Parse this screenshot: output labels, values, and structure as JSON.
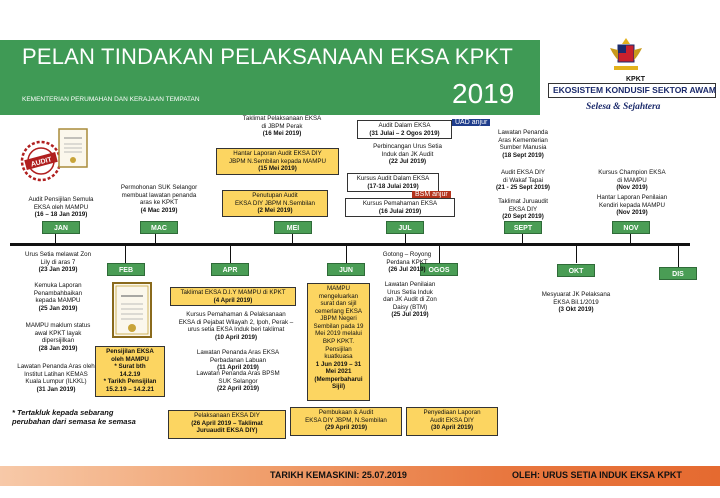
{
  "header": {
    "title": "PELAN TINDAKAN PELAKSANAAN EKSA KPKT",
    "subtitle": "KEMENTERIAN PERUMAHAN DAN KERAJAAN TEMPATAN",
    "year": "2019"
  },
  "logo": {
    "org": "KPKT",
    "program": "EKOSISTEM KONDUSIF SEKTOR AWAM",
    "motto": "Selesa & Sejahtera",
    "crest_icon": "malaysia-crest-icon"
  },
  "images": {
    "audit_stamp_icon": "audit-stamp-icon",
    "certificate_icon": "eksa-certificate-icon",
    "certificate2_icon": "eksa-certificate-icon"
  },
  "months_top": [
    "JAN",
    "MAC",
    "MEI",
    "JUL",
    "SEPT",
    "NOV"
  ],
  "months_bottom": [
    "FEB",
    "APR",
    "JUN",
    "OGOS",
    "OKT",
    "DIS"
  ],
  "events": {
    "taklimat_perak": [
      "Taklimat Pelaksanaan EKSA",
      "di JBPM Perak",
      "(16 Mei 2019)"
    ],
    "hantar_laporan": [
      "Hantar Laporan Audit EKSA DIY",
      "JBPM N.Sembilan kepada MAMPU",
      "(15 Mei 2019)"
    ],
    "penutupan_audit": [
      "Penutupan Audit",
      "EKSA DIY JBPM N.Sembilan",
      "(2 Mei 2019)"
    ],
    "audit_dalam": [
      "Audit Dalam EKSA",
      "(31 Julai – 2 Ogos 2019)"
    ],
    "uad_label": "UAD anjur",
    "perbincangan": [
      "Perbincangan Urus Setia",
      "Induk dan JK Audit",
      "(22 Jul 2019)"
    ],
    "kursus_audit": [
      "Kursus Audit Dalam EKSA",
      "(17-18 Julai 2019)"
    ],
    "bsm_label": "BSM anjur",
    "kursus_pemahaman": [
      "Kursus Pemahaman EKSA",
      "(16 Julai 2019)"
    ],
    "lawatan_sumber": [
      "Lawatan Penanda",
      "Aras Kementerian",
      "Sumber Manusia",
      "(18 Sept 2019)"
    ],
    "audit_wakaf": [
      "Audit EKSA DIY",
      "di Wakaf Tapai",
      "(21 - 25 Sept 2019)"
    ],
    "taklimat_juruaudit": [
      "Taklimat Juruaudit",
      "EKSA DIY",
      "(20 Sept 2019)"
    ],
    "kursus_champion": [
      "Kursus Champion EKSA",
      "di MAMPU",
      "(Nov 2019)"
    ],
    "hantar_penilaian": [
      "Hantar Laporan Penilaian",
      "Kendiri kepada MAMPU",
      "(Nov 2019)"
    ],
    "audit_pensijilan": [
      "Audit Pensijilan Semula",
      "EKSA oleh MAMPU",
      "(16 – 18 Jan 2019)"
    ],
    "permohonan_suk": [
      "Permohonan SUK Selangor",
      "membuat lawatan penanda",
      "aras ke KPKT",
      "(4 Mac 2019)"
    ],
    "urus_setia_zon": [
      "Urus Setia melawat Zon",
      "Lily di aras 7",
      "(23 Jan 2019)"
    ],
    "kemuka_laporan": [
      "Kemuka Laporan",
      "Penambahbaikan",
      "kepada MAMPU",
      "(25 Jan 2019)"
    ],
    "mampu_maklum": [
      "MAMPU maklum status",
      "awal KPKT layak",
      "dipersijilkan",
      "(28 Jan 2019)"
    ],
    "lawatan_kemas": [
      "Lawatan Penanda Aras oleh",
      "Institut Latihan KEMAS",
      "Kuala Lumpur (ILKKL)",
      "(31 Jan 2019)"
    ],
    "pensijilan": [
      "Pensijilan EKSA",
      "oleh MAMPU",
      "* Surat bth",
      "14.2.19",
      "* Tarikh Pensijilan",
      "15.2.19 – 14.2.21"
    ],
    "taklimat_diy": [
      "Taklimat EKSA D.I.Y  MAMPU di KPKT",
      "(4 April 2019)"
    ],
    "kursus_ipoh": [
      "Kursus Pemahaman & Pelaksanaan",
      "EKSA di Pejabat Wilayah 2, Ipoh, Perak –",
      "urus setia EKSA Induk beri taklimat",
      "(10 April 2019)"
    ],
    "lawatan_labuan": [
      "Lawatan Penanda Aras EKSA",
      "Perbadanan Labuan",
      "(11 April 2019)"
    ],
    "lawatan_bpsm": [
      "Lawatan Penanda Aras BPSM",
      "SUK Selangor",
      "(22 April 2019)"
    ],
    "mampu_surat": [
      "MAMPU",
      "mengeluarkan",
      "surat dan sijil",
      "cemerlang EKSA",
      "JBPM Negeri",
      "Sembilan pada 19",
      "Mei 2019 melalui",
      "BKP KPKT.",
      "Pensijilan",
      "kuatkuasa",
      "1 Jun 2019 – 31",
      "Mei 2021",
      "(Memperbaharui",
      "Sijil)"
    ],
    "gotong_royong": [
      "Gotong – Royong",
      "Perdana KPKT",
      "(26 Jul 2019)"
    ],
    "lawatan_daisy": [
      "Lawatan Penilaian",
      "Urus Setia Induk",
      "dan JK Audit di Zon",
      "Daisy (BTM)",
      "(25 Jul 2019)"
    ],
    "mesyuarat_jk": [
      "Mesyuarat JK Pelaksana",
      "EKSA Bil.1/2019",
      "(3 Okt 2019)"
    ],
    "pelaksanaan_diy": [
      "Pelaksanaan EKSA DIY",
      "(26 April 2019 – Taklimat",
      "Juruaudit EKSA DIY)"
    ],
    "pembukaan_audit": [
      "Pembukaan & Audit",
      "EKSA DIY JBPM, N.Sembilan",
      "(29 April 2019)"
    ],
    "penyediaan_laporan": [
      "Penyediaan Laporan",
      "Audit EKSA DIY",
      "(30 April 2019)"
    ]
  },
  "note": [
    "*  Tertakluk  kepada  sebarang",
    "perubahan dari semasa ke semasa"
  ],
  "footer": {
    "date_label": "TARIKH KEMASKINI: 25.07.2019",
    "author_label": "OLEH: URUS SETIA INDUK EKSA KPKT"
  },
  "colors": {
    "banner": "#3f9a55",
    "month": "#4a9d55",
    "highlight": "#fcd561",
    "uad": "#1f3d8c",
    "bsm": "#b4331d"
  }
}
